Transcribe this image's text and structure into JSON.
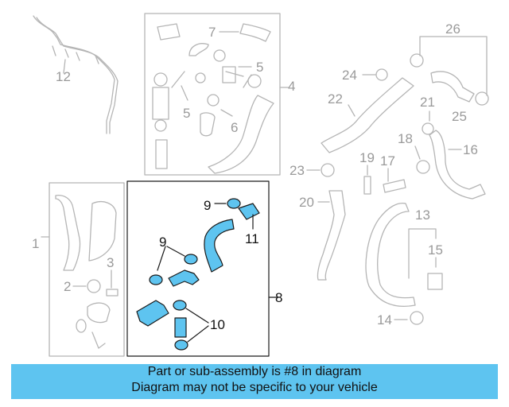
{
  "diagram": {
    "callouts": {
      "c1": "1",
      "c2": "2",
      "c3": "3",
      "c4": "4",
      "c5a": "5",
      "c5b": "5",
      "c6": "6",
      "c7": "7",
      "c8": "8",
      "c9a": "9",
      "c9b": "9",
      "c10": "10",
      "c11": "11",
      "c12": "12",
      "c13": "13",
      "c14": "14",
      "c15": "15",
      "c16": "16",
      "c17": "17",
      "c18": "18",
      "c19": "19",
      "c20": "20",
      "c21": "21",
      "c22": "22",
      "c23": "23",
      "c24": "24",
      "c25": "25",
      "c26": "26"
    },
    "colors": {
      "highlight": "#5ec4f0",
      "outline": "#1a1a1a",
      "faded": "#b5b5b5",
      "banner": "#5ec4f0"
    }
  },
  "banner": {
    "line1": "Part or sub-assembly is #8 in diagram",
    "line2": "Diagram may not be specific to your vehicle"
  }
}
